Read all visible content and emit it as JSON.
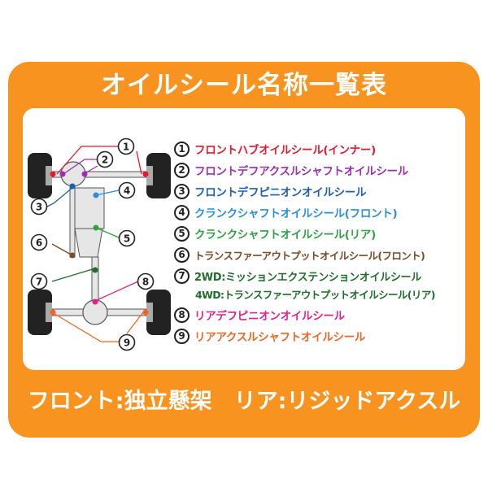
{
  "title": "オイルシール名称一覧表",
  "footer": "フロント:独立懸架　リア:リジッドアクスル",
  "legend": [
    {
      "num": "1",
      "label": "フロントハブオイルシール(インナー)",
      "color": "#e6192e"
    },
    {
      "num": "2",
      "label": "フロントデフアクスルシャフトオイルシール",
      "color": "#9b2fae"
    },
    {
      "num": "3",
      "label": "フロントデフピニオンオイルシール",
      "color": "#1c5fb0"
    },
    {
      "num": "4",
      "label": "クランクシャフトオイルシール(フロント)",
      "color": "#2a8fd6"
    },
    {
      "num": "5",
      "label": "クランクシャフトオイルシール(リア)",
      "color": "#2ea043"
    },
    {
      "num": "6",
      "label": "トランスファーアウトプットオイルシール(フロント)",
      "color": "#7a4a22"
    },
    {
      "num": "7",
      "label": "2WD:ミッションエクステンションオイルシール",
      "color": "#1f6e2b",
      "sublabel": "4WD:トランスファーアウトプットオイルシール(リア)"
    },
    {
      "num": "8",
      "label": "リアデフピニオンオイルシール",
      "color": "#e0218a"
    },
    {
      "num": "9",
      "label": "リアアクスルシャフトオイルシール",
      "color": "#f26522"
    }
  ],
  "colors": {
    "frame": "#f7931e",
    "tire": "#222222",
    "rim": "#aaaaaa",
    "body": "#e6e6e6"
  }
}
